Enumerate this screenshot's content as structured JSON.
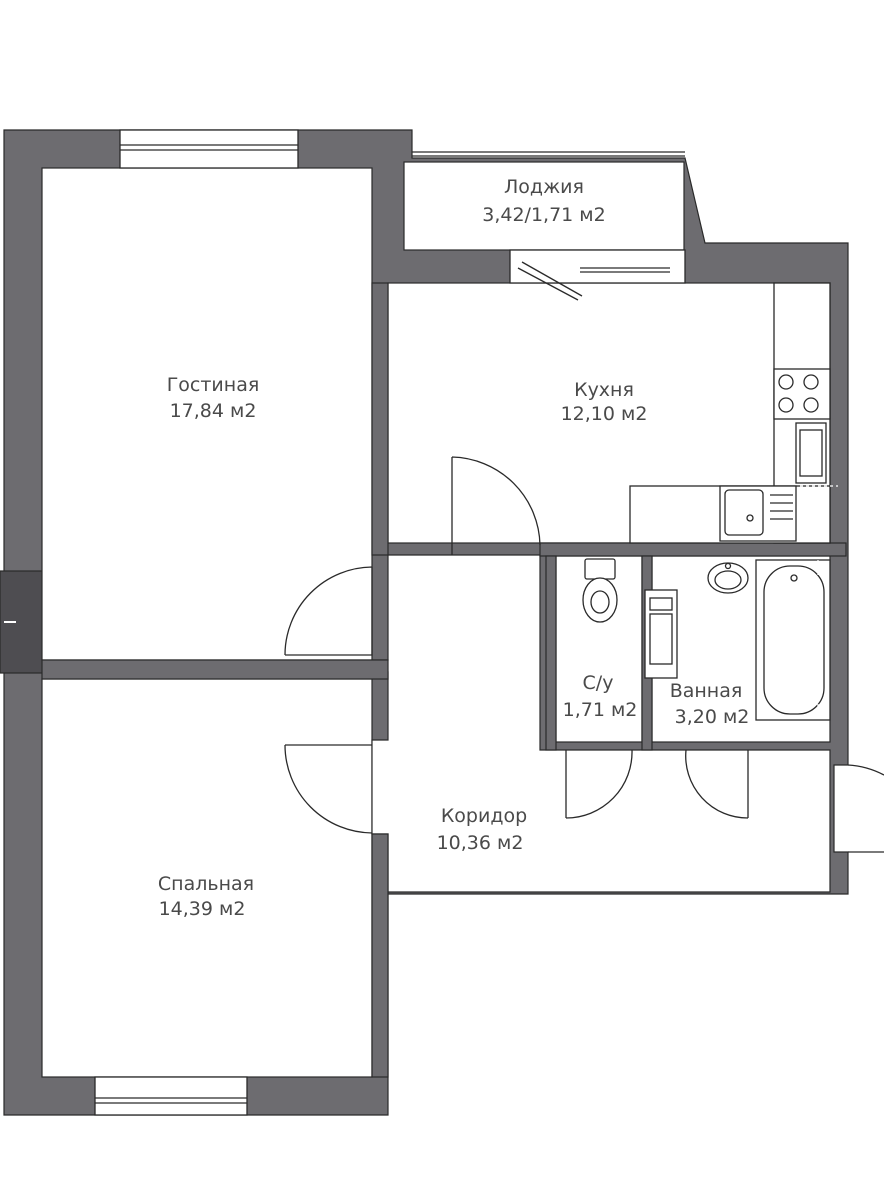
{
  "floor_plan": {
    "colors": {
      "wall": "#6d6c70",
      "room_fill": "#ffffff",
      "outline": "#2a2a2a",
      "label_text": "#4a4a4a"
    },
    "rooms": {
      "loggia": {
        "name": "Лоджия",
        "area": "3,42/1,71 м2"
      },
      "living": {
        "name": "Гостиная",
        "area": "17,84 м2"
      },
      "kitchen": {
        "name": "Кухня",
        "area": "12,10 м2"
      },
      "wc": {
        "name": "С/у",
        "area": "1,71 м2"
      },
      "bathroom": {
        "name": "Ванная",
        "area": "3,20 м2"
      },
      "corridor": {
        "name": "Коридор",
        "area": "10,36 м2"
      },
      "bedroom": {
        "name": "Спальная",
        "area": "14,39 м2"
      }
    },
    "fixtures": [
      "stove-icon",
      "sink-icon",
      "toilet-icon",
      "washbasin-icon",
      "bathtub-icon",
      "radiator-icon",
      "washing-machine-icon"
    ]
  }
}
